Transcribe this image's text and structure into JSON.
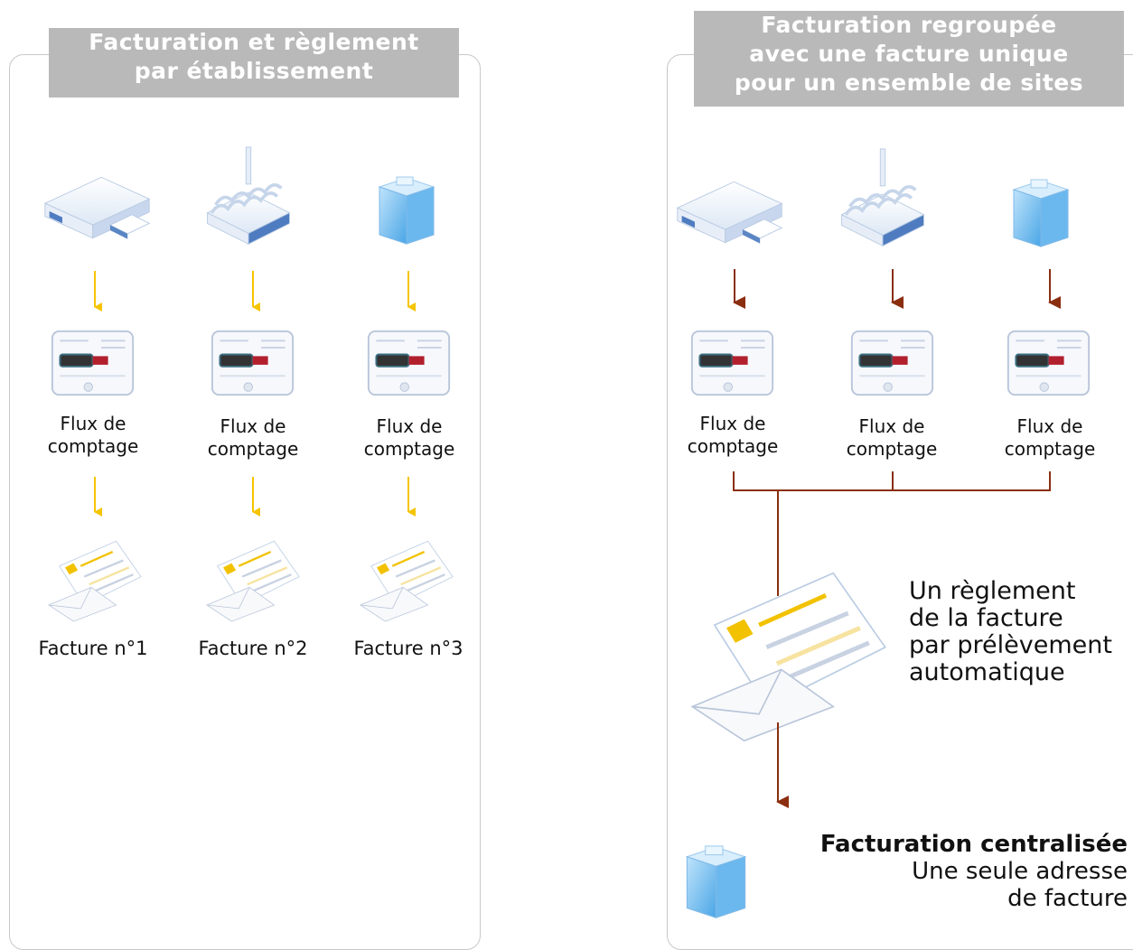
{
  "left": {
    "title_lines": [
      "Facturation et règlement",
      "par établissement"
    ],
    "meter_label_lines": [
      "Flux de",
      "comptage"
    ],
    "invoices": [
      "Facture n°1",
      "Facture n°2",
      "Facture n°3"
    ]
  },
  "right": {
    "title_lines": [
      "Facturation regroupée",
      "avec une facture unique",
      "pour un ensemble de sites"
    ],
    "meter_label_lines": [
      "Flux de",
      "comptage"
    ],
    "payment_lines": [
      "Un règlement",
      "de la facture",
      "par prélèvement",
      "automatique"
    ],
    "central_title": "Facturation centralisée",
    "central_lines": [
      "Une seule adresse",
      "de facture"
    ]
  },
  "colors": {
    "left_arrow": "#f5c400",
    "right_arrow": "#8b2e10",
    "title_bg": "#b9b9b9",
    "panel_border": "#c8c8c8"
  },
  "icons": [
    "warehouse-icon",
    "factory-icon",
    "office-tower-icon",
    "meter-icon",
    "invoice-icon"
  ]
}
